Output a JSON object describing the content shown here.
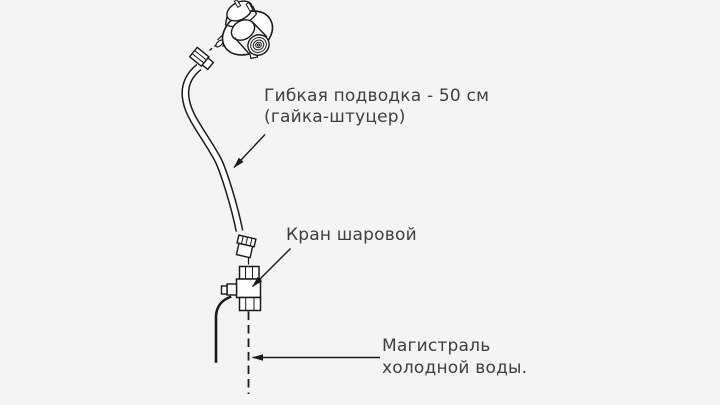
{
  "canvas": {
    "background": "#f4f4f4",
    "line_color": "#1a1a1a",
    "fill_color": "#fdfdfd",
    "text_color": "#3e3e3e"
  },
  "labels": {
    "hose": {
      "line1": "Гибкая подводка - 50 см",
      "line2": "(гайка-штуцер)"
    },
    "valve": {
      "line1": "Кран шаровой"
    },
    "main": {
      "line1": "Магистраль",
      "line2": "холодной воды."
    }
  }
}
